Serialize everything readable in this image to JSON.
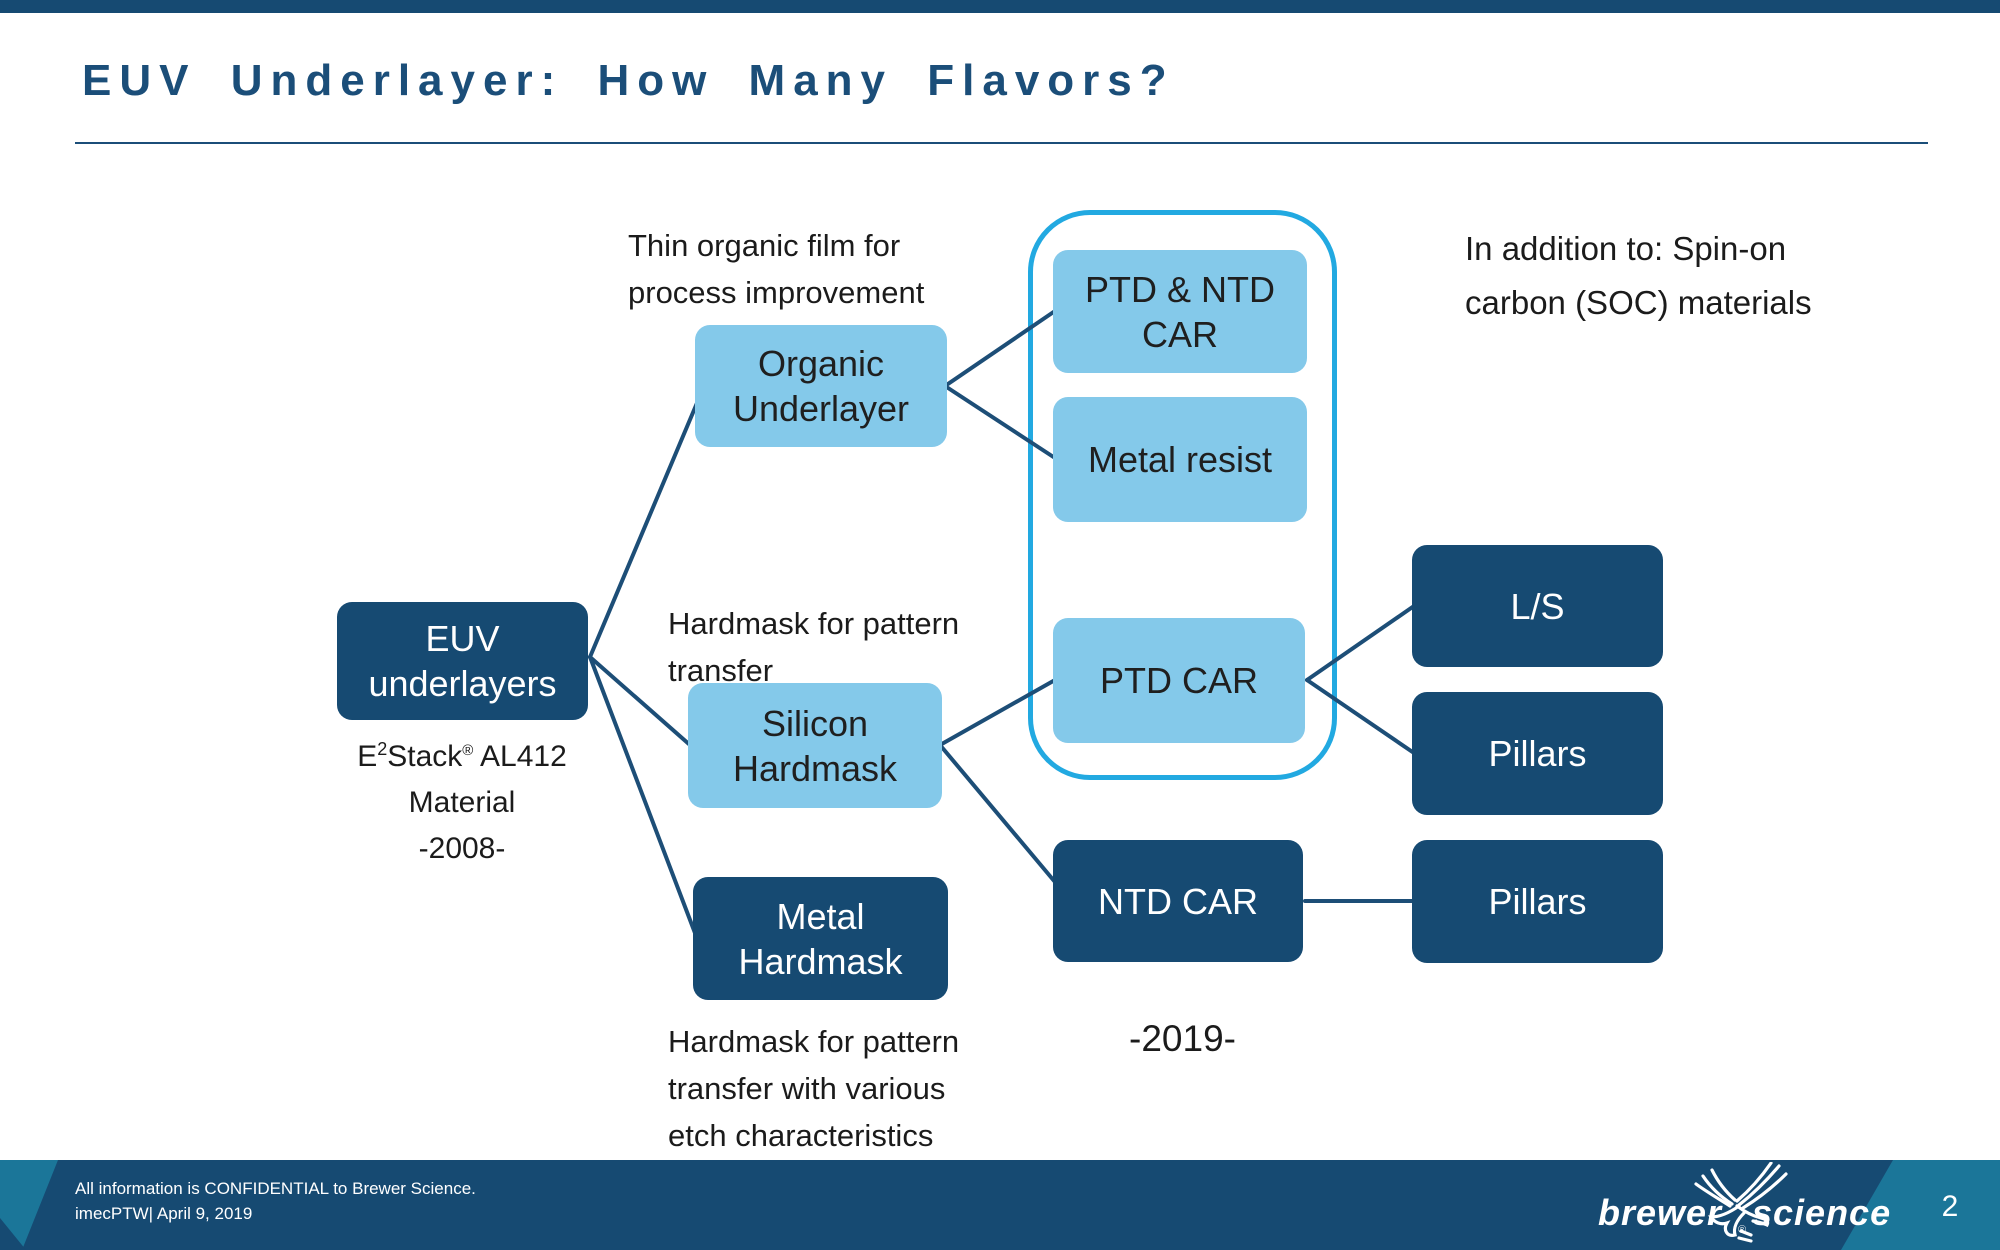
{
  "header": {
    "title": "EUV Underlayer: How Many Flavors?"
  },
  "annotations": {
    "thin_organic": "Thin organic film for\nprocess improvement",
    "hardmask_transfer": "Hardmask for pattern\ntransfer",
    "hardmask_etch": "Hardmask for pattern\ntransfer with various\netch characteristics",
    "in_addition": "In addition to: Spin-on\ncarbon (SOC) materials",
    "year_2019": "-2019-"
  },
  "diagram": {
    "nodes": [
      {
        "id": "euv-underlayers",
        "label": "EUV\nunderlayers",
        "style": "navy"
      },
      {
        "id": "organic-underlayer",
        "label": "Organic\nUnderlayer",
        "style": "light"
      },
      {
        "id": "silicon-hardmask",
        "label": "Silicon\nHardmask",
        "style": "light"
      },
      {
        "id": "metal-hardmask",
        "label": "Metal\nHardmask",
        "style": "navy"
      },
      {
        "id": "ptd-ntd-car",
        "label": "PTD & NTD\nCAR",
        "style": "light"
      },
      {
        "id": "metal-resist",
        "label": "Metal resist",
        "style": "light"
      },
      {
        "id": "ptd-car",
        "label": "PTD CAR",
        "style": "light"
      },
      {
        "id": "ntd-car",
        "label": "NTD CAR",
        "style": "navy"
      },
      {
        "id": "line-space",
        "label": "L/S",
        "style": "navy"
      },
      {
        "id": "pillars-upper",
        "label": "Pillars",
        "style": "navy"
      },
      {
        "id": "pillars-lower",
        "label": "Pillars",
        "style": "navy"
      }
    ],
    "edges": [
      {
        "from": "euv-underlayers",
        "to": "organic-underlayer"
      },
      {
        "from": "euv-underlayers",
        "to": "silicon-hardmask"
      },
      {
        "from": "euv-underlayers",
        "to": "metal-hardmask"
      },
      {
        "from": "organic-underlayer",
        "to": "ptd-ntd-car"
      },
      {
        "from": "organic-underlayer",
        "to": "metal-resist"
      },
      {
        "from": "silicon-hardmask",
        "to": "ptd-car"
      },
      {
        "from": "silicon-hardmask",
        "to": "ntd-car"
      },
      {
        "from": "ptd-car",
        "to": "line-space"
      },
      {
        "from": "ptd-car",
        "to": "pillars-upper"
      },
      {
        "from": "ntd-car",
        "to": "pillars-lower"
      }
    ],
    "root_caption": {
      "part1": "E",
      "sup1": "2",
      "part2": "Stack",
      "sup2": "®",
      "part3": " AL412",
      "line2": "Material",
      "line3": "-2008-"
    }
  },
  "colors": {
    "navy": "#164a72",
    "light_blue": "#84c9ea",
    "group_outline_cyan": "#22a9e1",
    "teal_accent": "#1b7699",
    "title_blue": "#1b4e79"
  },
  "footer": {
    "line1": "All information is CONFIDENTIAL to Brewer Science.",
    "line2": "imecPTW| April 9, 2019",
    "logo_word1": "brewer",
    "logo_word2": "science",
    "logo_registered": "®",
    "page_number": "2"
  }
}
